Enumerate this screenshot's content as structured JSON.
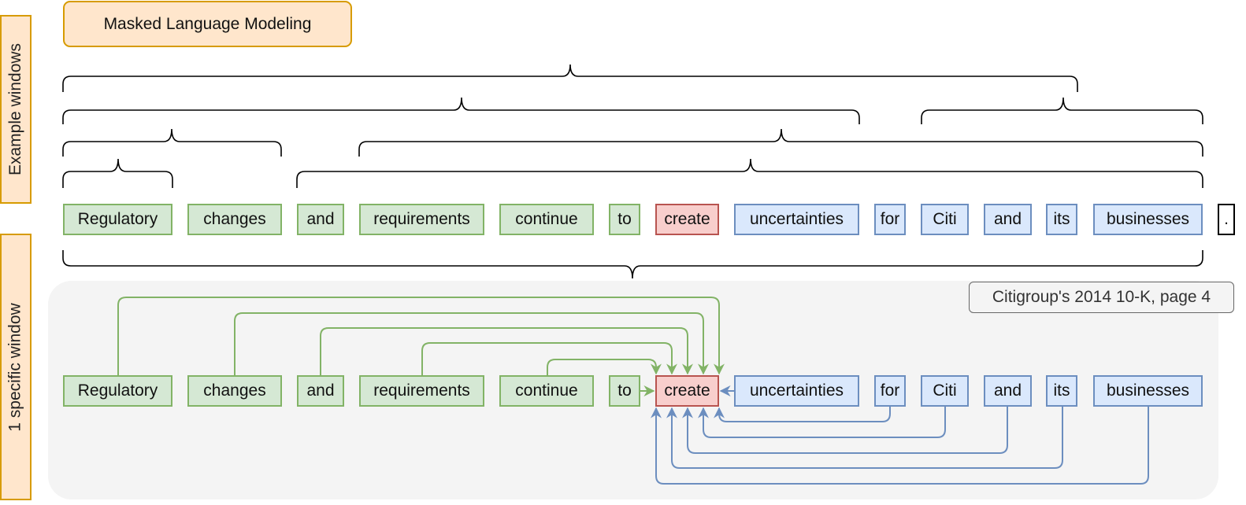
{
  "side_labels": {
    "top": "Example windows",
    "bottom": "1 specific window"
  },
  "title": "Masked Language Modeling",
  "source_note": "Citigroup's 2014 10-K, page 4",
  "sentence": {
    "tokens": [
      "Regulatory",
      "changes",
      "and",
      "requirements",
      "continue",
      "to",
      "create",
      "uncertainties",
      "for",
      "Citi",
      "and",
      "its",
      "businesses"
    ],
    "punct": ".",
    "target": "create"
  },
  "window": {
    "tokens": [
      "Regulatory",
      "changes",
      "and",
      "requirements",
      "continue",
      "to",
      "create",
      "uncertainties",
      "for",
      "Citi",
      "and",
      "its",
      "businesses"
    ]
  },
  "colors": {
    "left_context_fill": "#d5e8d4",
    "left_context_line": "#82b366",
    "target_fill": "#f8cecc",
    "target_line": "#b85450",
    "right_context_fill": "#dae8fc",
    "right_context_line": "#6c8ebf",
    "label_fill": "#ffe6cc",
    "label_line": "#d79b00"
  }
}
